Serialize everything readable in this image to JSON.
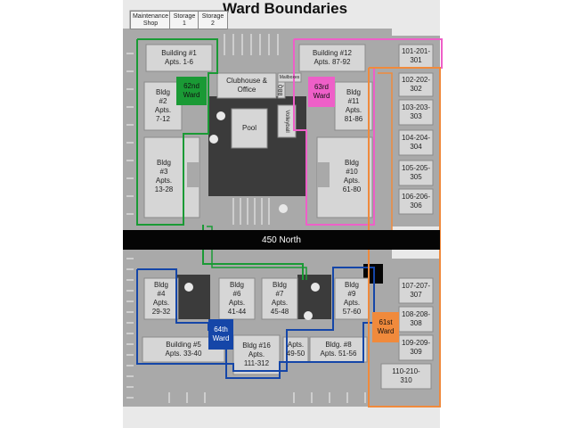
{
  "map": {
    "title": "Ward Boundaries",
    "road": "450 North",
    "storage": [
      {
        "lines": [
          "Maintenance",
          "Shop"
        ]
      },
      {
        "lines": [
          "Storage",
          "1"
        ]
      },
      {
        "lines": [
          "Storage",
          "2"
        ]
      }
    ],
    "buildings": [
      {
        "id": "b1",
        "lines": [
          "Building #1",
          "Apts. 1-6"
        ]
      },
      {
        "id": "b12",
        "lines": [
          "Building #12",
          "Apts. 87-92"
        ]
      },
      {
        "id": "b2",
        "lines": [
          "Bldg",
          "#2",
          "Apts.",
          "7-12"
        ]
      },
      {
        "id": "b3",
        "lines": [
          "Bldg",
          "#3",
          "Apts.",
          "13-28"
        ]
      },
      {
        "id": "b11",
        "lines": [
          "Bldg",
          "#11",
          "Apts.",
          "81-86"
        ]
      },
      {
        "id": "b10",
        "lines": [
          "Bldg",
          "#10",
          "Apts.",
          "61-80"
        ]
      },
      {
        "id": "b4",
        "lines": [
          "Bldg",
          "#4",
          "Apts.",
          "29-32"
        ]
      },
      {
        "id": "b6",
        "lines": [
          "Bldg",
          "#6",
          "Apts.",
          "41-44"
        ]
      },
      {
        "id": "b7",
        "lines": [
          "Bldg",
          "#7",
          "Apts.",
          "45-48"
        ]
      },
      {
        "id": "b9",
        "lines": [
          "Bldg",
          "#9",
          "Apts.",
          "57-60"
        ]
      },
      {
        "id": "b5",
        "lines": [
          "Building #5",
          "Apts. 33-40"
        ]
      },
      {
        "id": "b16",
        "lines": [
          "Bldg #16",
          "Apts.",
          "111-312"
        ]
      },
      {
        "id": "b49",
        "lines": [
          "Apts.",
          "49-50"
        ]
      },
      {
        "id": "b8",
        "lines": [
          "Bldg. #8",
          "Apts. 51-56"
        ]
      }
    ],
    "amenities": {
      "clubhouse": [
        "Clubhouse &",
        "Office"
      ],
      "mailboxes": "Mailboxes",
      "bbq": "BBQ",
      "pool": "Pool",
      "volleyball": "Volleyball"
    },
    "units": [
      {
        "lines": [
          "101-201-",
          "301"
        ]
      },
      {
        "lines": [
          "102-202-",
          "302"
        ]
      },
      {
        "lines": [
          "103-203-",
          "303"
        ]
      },
      {
        "lines": [
          "104-204-",
          "304"
        ]
      },
      {
        "lines": [
          "105-205-",
          "305"
        ]
      },
      {
        "lines": [
          "106-206-",
          "306"
        ]
      },
      {
        "lines": [
          "107-207-",
          "307"
        ]
      },
      {
        "lines": [
          "108-208-",
          "308"
        ]
      },
      {
        "lines": [
          "109-209-",
          "309"
        ]
      },
      {
        "lines": [
          "110-210-",
          "310"
        ]
      }
    ],
    "wards": [
      {
        "id": "w62",
        "lines": [
          "62nd",
          "Ward"
        ],
        "color": "#1a9a35"
      },
      {
        "id": "w63",
        "lines": [
          "63rd",
          "Ward"
        ],
        "color": "#ee5fc8"
      },
      {
        "id": "w64",
        "lines": [
          "64th",
          "Ward"
        ],
        "color": "#1546a8"
      },
      {
        "id": "w61",
        "lines": [
          "61st",
          "Ward"
        ],
        "color": "#f08a3c"
      }
    ]
  }
}
